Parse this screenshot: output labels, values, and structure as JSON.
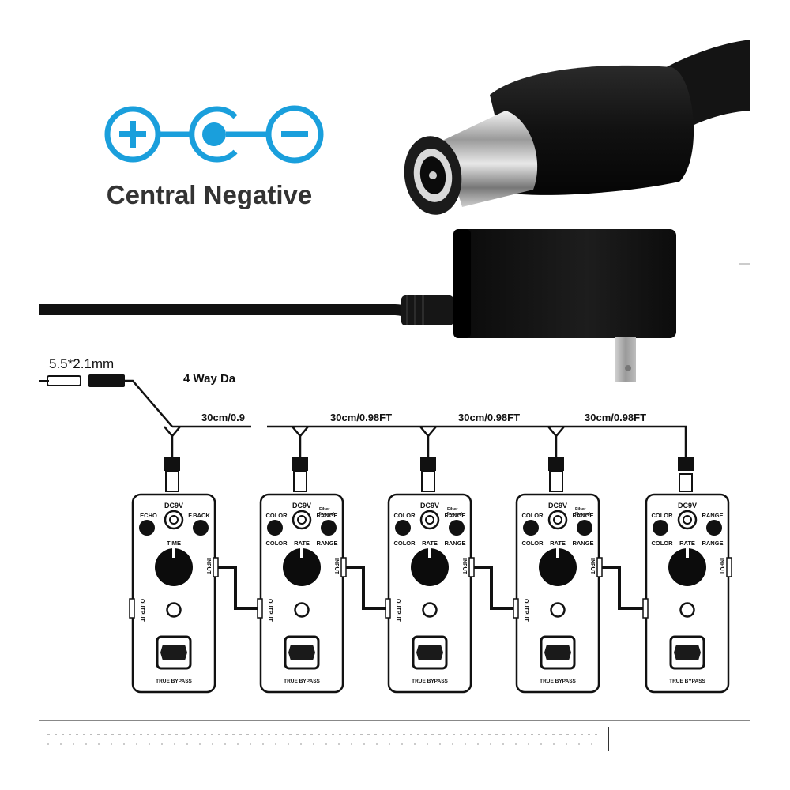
{
  "header": {
    "polarity_label": "Central Negative",
    "polarity_icons": [
      "plus-circle-icon",
      "center-pin-icon",
      "minus-circle-icon"
    ]
  },
  "cable": {
    "plug_size": "5.5*2.1mm",
    "splitter_title": "4 Way Da",
    "segments": [
      "30cm/0.9",
      "30cm/0.98FT",
      "30cm/0.98FT",
      "30cm/0.98FT"
    ]
  },
  "pedals": [
    {
      "top_label": "DC9V",
      "left_knob_label": "ECHO",
      "right_knob_label": "F.BACK",
      "main_knob_label": "TIME",
      "switch_labels": [],
      "input_label": "INPUT",
      "output_label": "OUTPUT",
      "footer": "TRUE BYPASS"
    },
    {
      "top_label": "DC9V",
      "left_knob_label": "COLOR",
      "right_knob_label": "RANGE",
      "main_knob_label": "RATE",
      "switch_labels": [
        "Filter",
        "Normal"
      ],
      "input_label": "INPUT",
      "output_label": "OUTPUT",
      "footer": "TRUE BYPASS"
    },
    {
      "top_label": "DC9V",
      "left_knob_label": "COLOR",
      "right_knob_label": "RANGE",
      "main_knob_label": "RATE",
      "switch_labels": [
        "Filter",
        "Normal"
      ],
      "input_label": "INPUT",
      "output_label": "OUTPUT",
      "footer": "TRUE BYPASS"
    },
    {
      "top_label": "DC9V",
      "left_knob_label": "COLOR",
      "right_knob_label": "RANGE",
      "main_knob_label": "RATE",
      "switch_labels": [
        "Filter",
        "Normal"
      ],
      "input_label": "INPUT",
      "output_label": "OUTPUT",
      "footer": "TRUE BYPASS"
    },
    {
      "top_label": "DC9V",
      "left_knob_label": "COLOR",
      "right_knob_label": "RANGE",
      "main_knob_label": "RATE",
      "switch_labels": [],
      "input_label": "INPUT",
      "output_label": "",
      "footer": "TRUE BYPASS"
    }
  ],
  "colors": {
    "accent": "#1a9fdc",
    "text_dark": "#333333",
    "cable": "#111111"
  }
}
